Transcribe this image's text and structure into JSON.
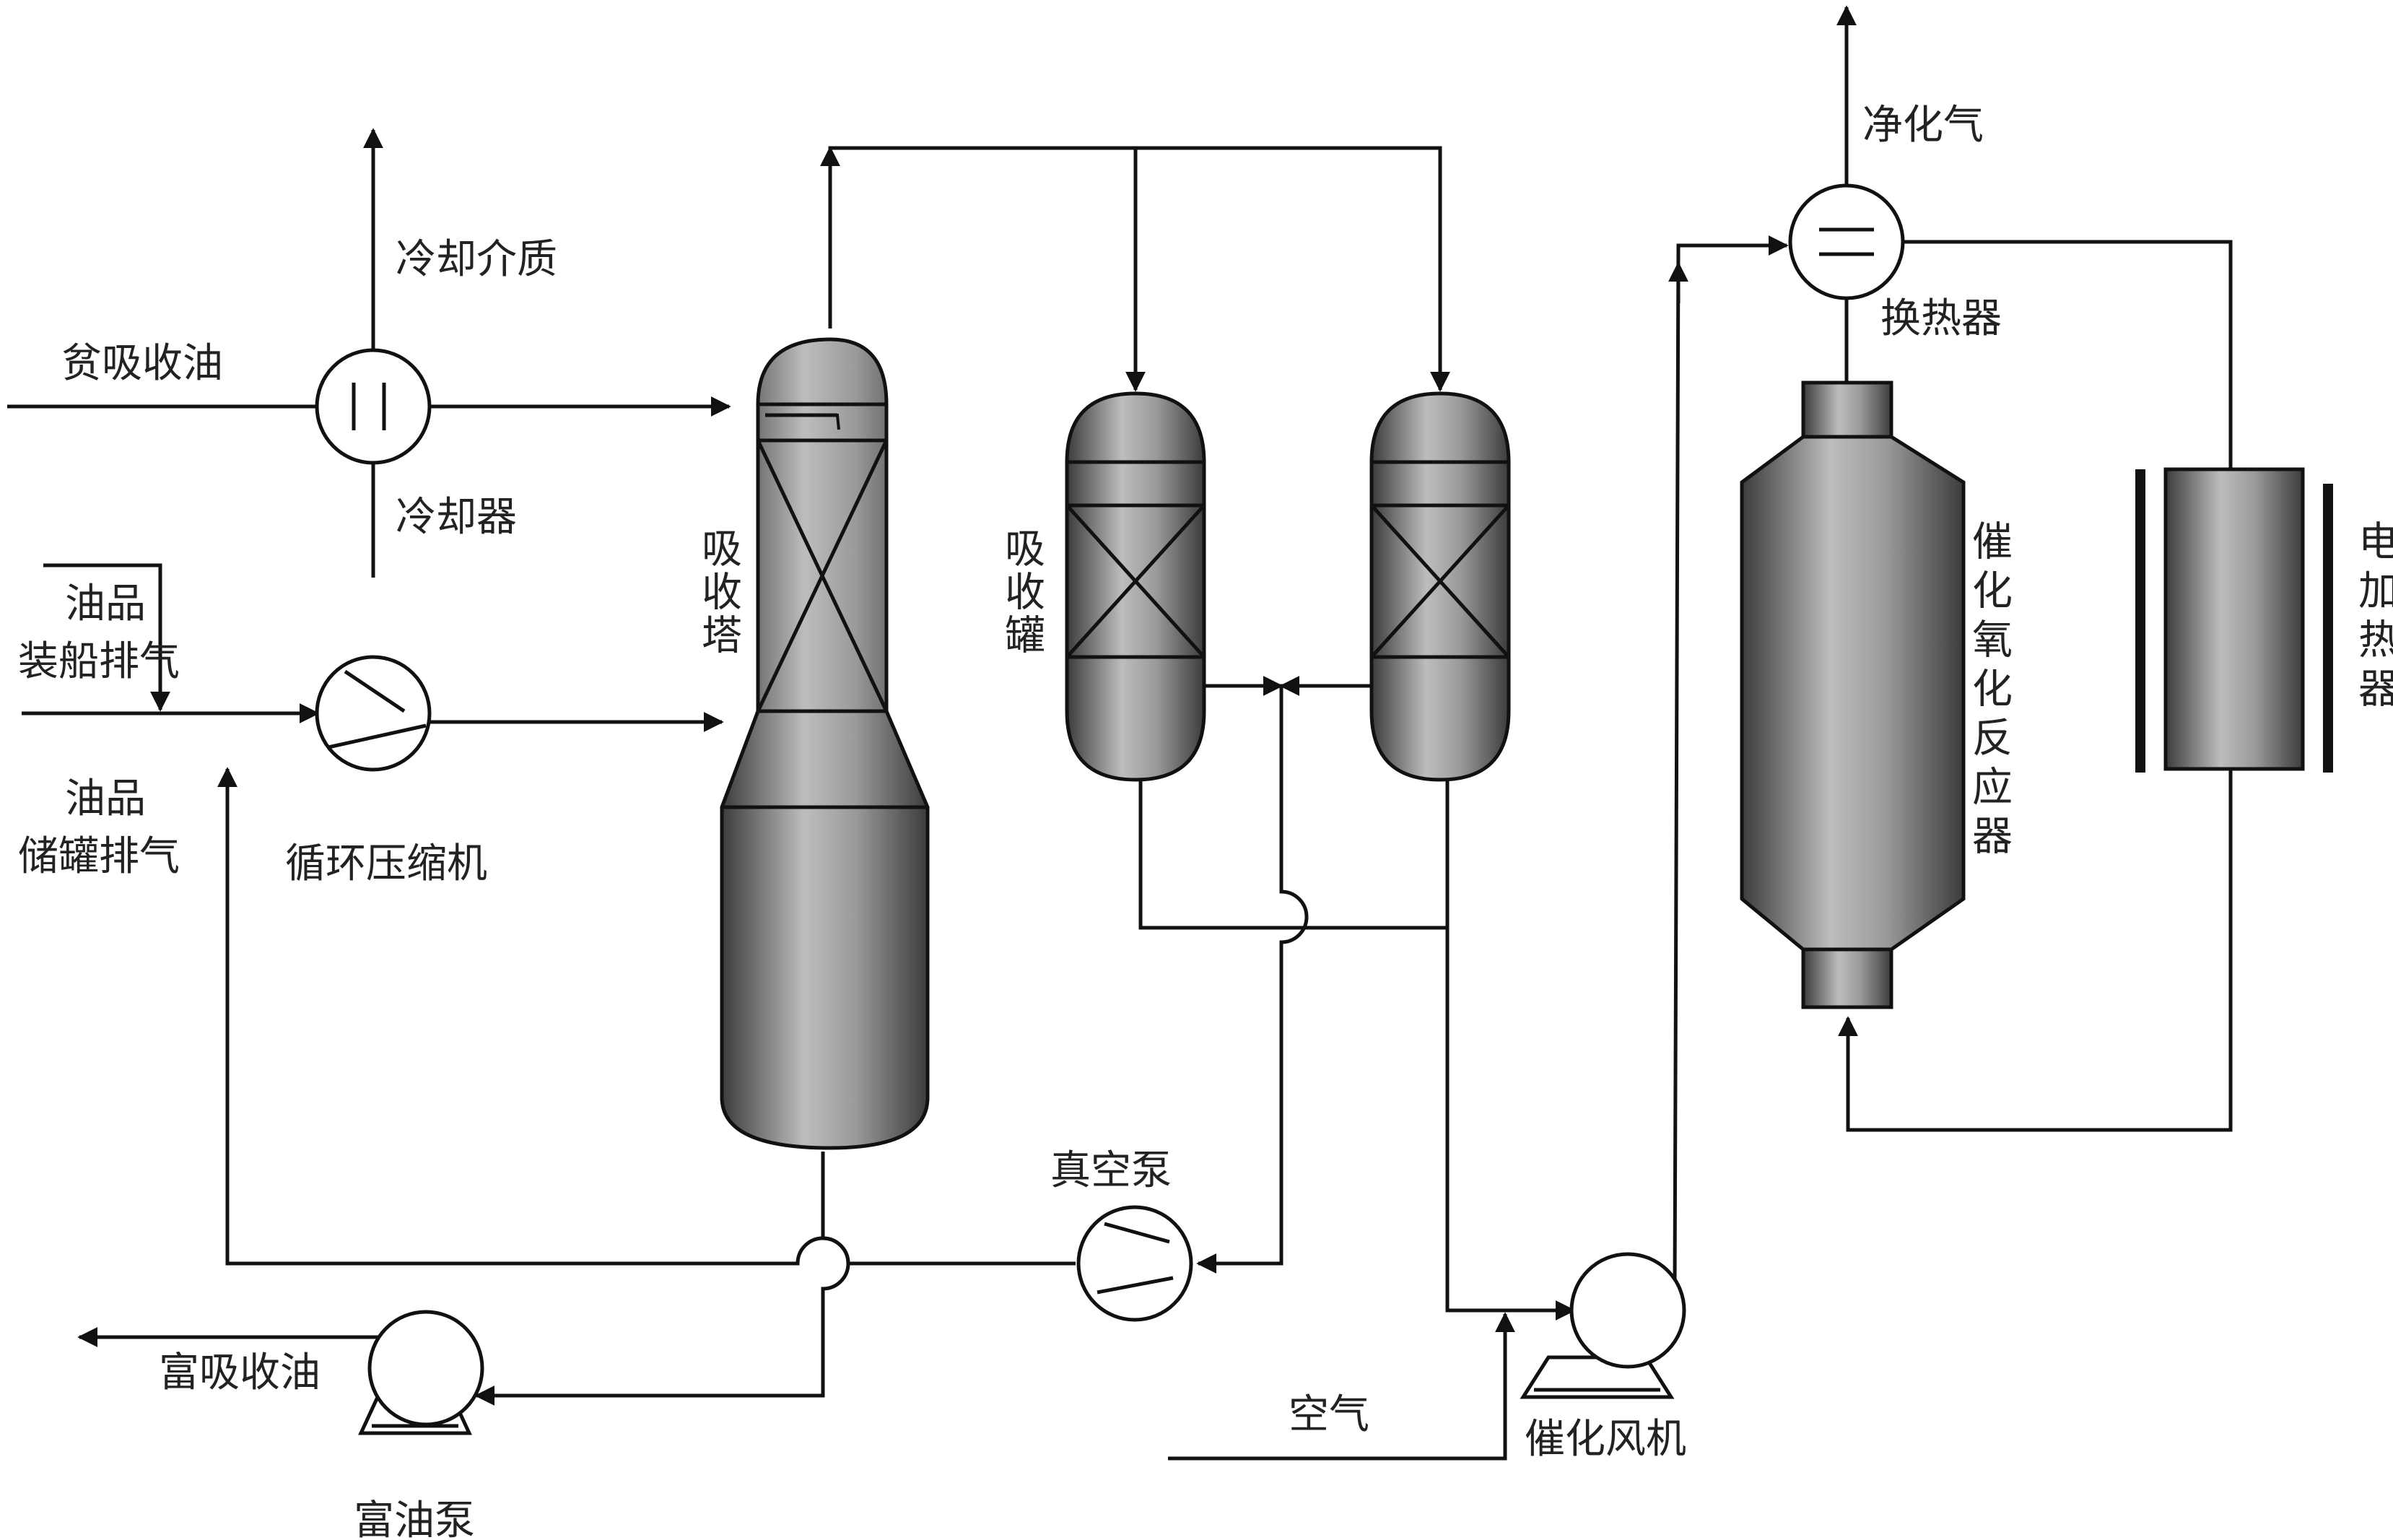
{
  "labels": {
    "lean_oil": "贫吸收油",
    "cooling_medium": "冷却介质",
    "cooler": "冷却器",
    "ship_vent_1": "油品",
    "ship_vent_2": "装船排气",
    "tank_vent_1": "油品",
    "tank_vent_2": "储罐排气",
    "compressor": "循环压缩机",
    "absorption_tower": "吸收塔",
    "absorption_tank": "吸收罐",
    "vacuum_pump": "真空泵",
    "rich_oil": "富吸收油",
    "rich_oil_pump": "富油泵",
    "air": "空气",
    "catalytic_fan": "催化风机",
    "clean_gas": "净化气",
    "heat_exchanger": "换热器",
    "reactor": "催化氧化反应器",
    "electric_heater": "电加热器"
  },
  "colors": {
    "vessel_dark": "#3c3c3c",
    "vessel_light": "#bdbdbd",
    "line": "#111111",
    "background": "#ffffff"
  }
}
